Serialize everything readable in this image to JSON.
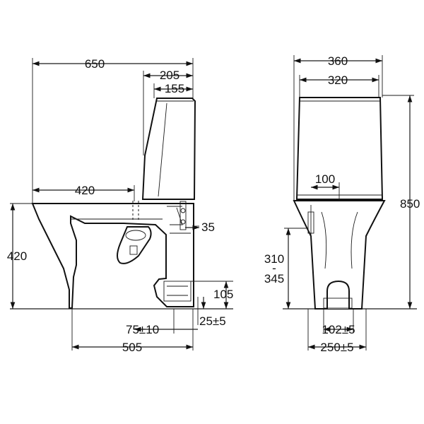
{
  "side_view": {
    "overall_depth": "650",
    "tank_depth": "205",
    "tank_top_depth": "155",
    "bowl_to_outlet": "420",
    "seat_height": "420",
    "inlet_offset": "35",
    "outlet_height": "105",
    "outlet_offset": "75±10",
    "outlet_tolerance": "25±5",
    "base_depth": "505"
  },
  "front_view": {
    "tank_width": "360",
    "tank_inner_width": "320",
    "inlet_from_center": "100",
    "total_height": "850",
    "inlet_height_min": "310",
    "inlet_height_sep": "-",
    "inlet_height_max": "345",
    "outlet_width": "102±5",
    "base_width": "250±5"
  },
  "colors": {
    "line": "#1a1a1a",
    "background": "#ffffff"
  }
}
